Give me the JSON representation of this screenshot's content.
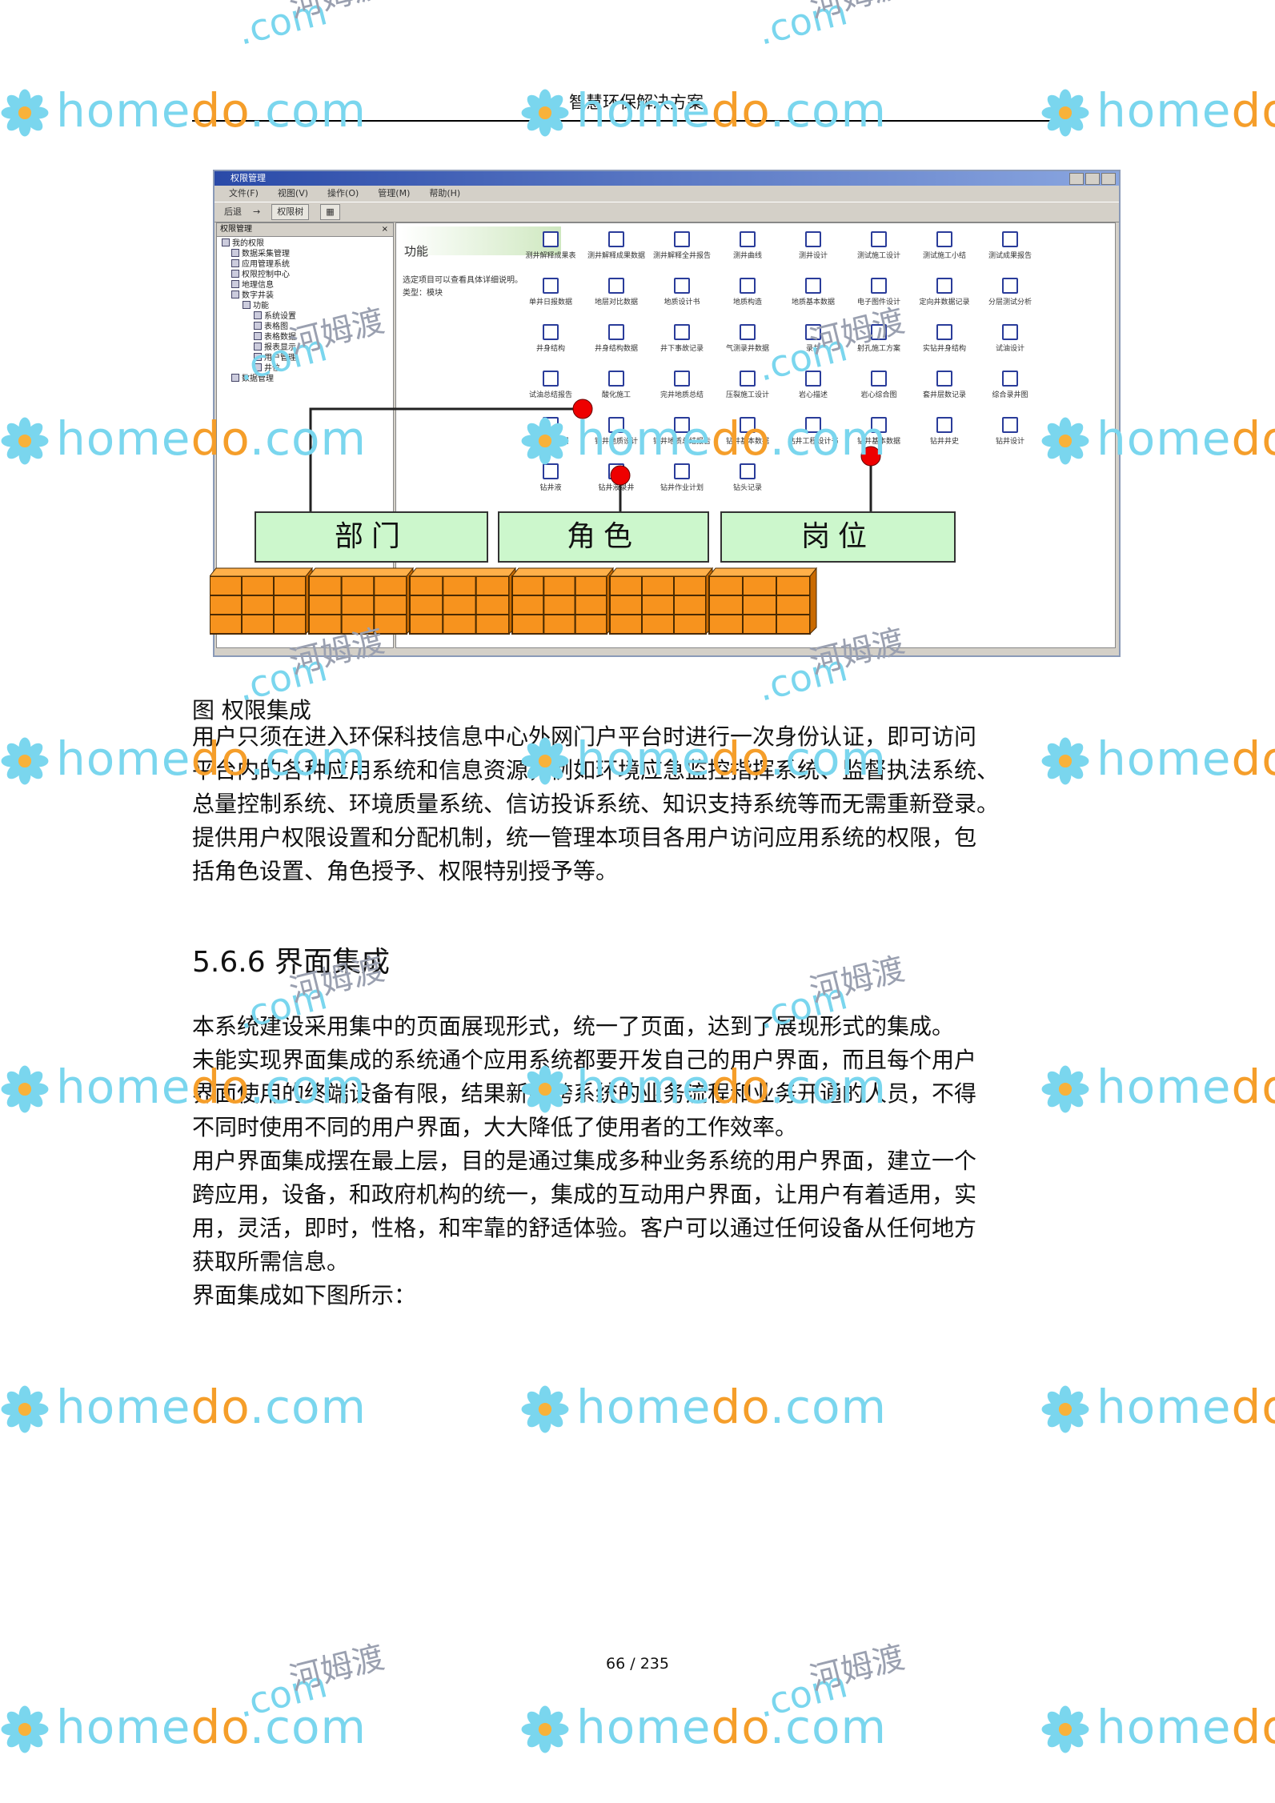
{
  "header": {
    "title": "智慧环保解决方案"
  },
  "figure": {
    "window": {
      "title": "权限管理",
      "menu": [
        "文件(F)",
        "视图(V)",
        "操作(O)",
        "管理(M)",
        "帮助(H)"
      ],
      "toolbar": [
        "后退",
        "→",
        "权限树",
        "▦"
      ],
      "tree_header": "权限管理",
      "tree": [
        {
          "level": 0,
          "label": "我的权限"
        },
        {
          "level": 1,
          "label": "数据采集管理"
        },
        {
          "level": 1,
          "label": "应用管理系统"
        },
        {
          "level": 1,
          "label": "权限控制中心"
        },
        {
          "level": 1,
          "label": "地理信息"
        },
        {
          "level": 1,
          "label": "数字井装"
        },
        {
          "level": 2,
          "label": "功能"
        },
        {
          "level": 3,
          "label": "系统设置"
        },
        {
          "level": 3,
          "label": "表格图"
        },
        {
          "level": 3,
          "label": "表格数据"
        },
        {
          "level": 3,
          "label": "报表显示"
        },
        {
          "level": 3,
          "label": "用户管理"
        },
        {
          "level": 3,
          "label": "井位"
        },
        {
          "level": 1,
          "label": "数据管理"
        }
      ],
      "func_title": "功能",
      "func_desc": [
        "选定项目可以查看具体详细说明。",
        "类型：模块"
      ],
      "icons": [
        "测井解释成果表",
        "测井解释成果数据",
        "测井解释全井报告",
        "测井曲线",
        "测井设计",
        "测试施工设计",
        "测试施工小结",
        "测试成果报告",
        "单井日报数据",
        "地层对比数据",
        "地质设计书",
        "地质构造",
        "地质基本数据",
        "电子图件设计",
        "定向井数据记录",
        "分层测试分析",
        "井身结构",
        "井身结构数据",
        "井下事故记录",
        "气测录井数据",
        "录井",
        "射孔施工方案",
        "实钻井身结构",
        "试油设计",
        "试油总结报告",
        "酸化施工",
        "完井地质总结",
        "压裂施工设计",
        "岩心描述",
        "岩心综合图",
        "套井层数记录",
        "综合录井图",
        "综合柱状图",
        "钻井地质设计",
        "钻井地质总结报告",
        "钻井基本数据",
        "钻井工程设计书",
        "钻井基本数据",
        "钻井井史",
        "钻井设计",
        "钻井液",
        "钻井液录井",
        "钻井作业计划",
        "钻头记录"
      ]
    },
    "roles": [
      "部门",
      "角色",
      "岗位"
    ],
    "caption": "图 权限集成"
  },
  "body": {
    "para1": [
      "用户只须在进入环保科技信息中心外网门户平台时进行一次身份认证，即可访问",
      "平台内的各种应用系统和信息资源，例如环境应急监控指挥系统、监督执法系统、",
      "总量控制系统、环境质量系统、信访投诉系统、知识支持系统等而无需重新登录。",
      "提供用户权限设置和分配机制，统一管理本项目各用户访问应用系统的权限，包",
      "括角色设置、角色授予、权限特别授予等。"
    ],
    "section_title": "5.6.6 界面集成",
    "para2": [
      "本系统建设采用集中的页面展现形式，统一了页面，达到了展现形式的集成。",
      "未能实现界面集成的系统通个应用系统都要开发自己的用户界面，而且每个用户",
      "界面使用的终端设备有限，结果新的跨系统的业务流程和业务开通的人员，不得",
      "不同时使用不同的用户界面，大大降低了使用者的工作效率。",
      "用户界面集成摆在最上层，目的是通过集成多种业务系统的用户界面，建立一个",
      "跨应用，设备，和政府机构的统一，集成的互动用户界面，让用户有着适用，实",
      "用，灵活，即时，性格，和牢靠的舒适体验。客户可以通过任何设备从任何地方",
      "获取所需信息。",
      "界面集成如下图所示："
    ]
  },
  "footer": {
    "page": "66 / 235"
  },
  "watermark": {
    "brand_a": "home",
    "brand_b": "do",
    "brand_c": ".com",
    "cn": "河姆渡",
    "dotcom": ".com"
  }
}
